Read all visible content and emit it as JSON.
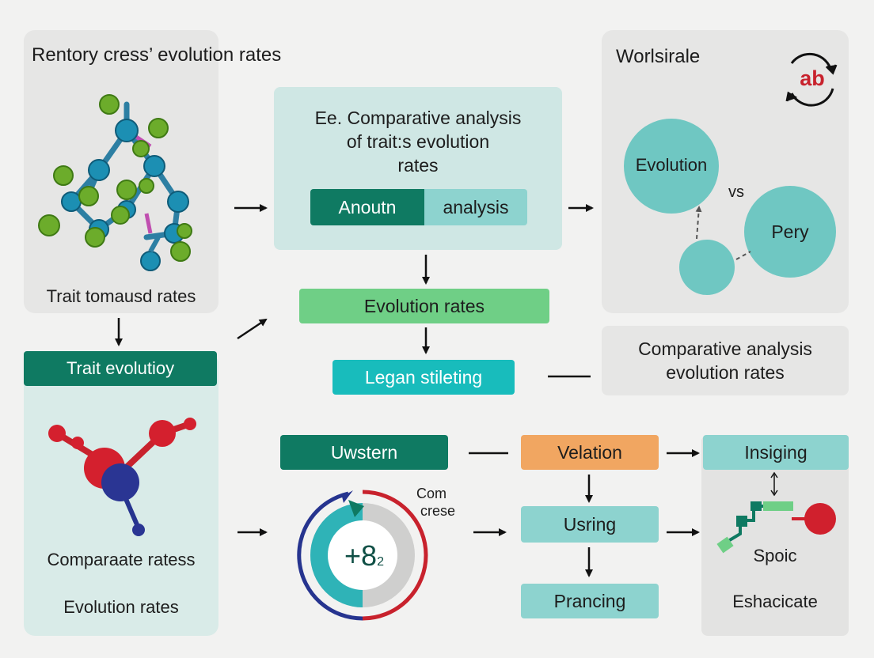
{
  "left_top": {
    "title": "Rentory cress’ evolution rates",
    "caption": "Trait tomausd rates"
  },
  "left_bottom": {
    "header": "Trait evolutioy",
    "caption1": "Comparaate ratess",
    "caption2": "Evolution rates"
  },
  "center": {
    "title_lines": [
      "Ee. Comparative analysis",
      "of trait:s evolution",
      "rates"
    ],
    "seg_left": "Anoutn",
    "seg_right": "analysis",
    "evolution_rates": "Evolution rates",
    "legan": "Legan stileting"
  },
  "right_top": {
    "title": "Worlsirale",
    "badge": "ab",
    "circle_evolution": "Evolution",
    "vs": "vs",
    "circle_pery": "Pery"
  },
  "right_mid": {
    "lines": [
      "Comparative analysis",
      "evolution rates"
    ]
  },
  "bottom": {
    "uwstern": "Uwstern",
    "velation": "Velation",
    "insiging": "Insiging",
    "usring": "Usring",
    "prancing": "Prancing",
    "gauge_label_lines": [
      "Com",
      "crese"
    ],
    "gauge_value": "+8",
    "gauge_sub": "2",
    "spoic": "Spoic",
    "eshacicate": "Eshacicate"
  },
  "colors": {
    "dark_teal": "#0f7a62",
    "teal": "#6fc7c2",
    "light_teal": "#8dd3cf",
    "green": "#6fcf86",
    "cyan": "#18bcbc",
    "orange": "#f1a661",
    "red": "#d0202d",
    "navy": "#26348f"
  }
}
